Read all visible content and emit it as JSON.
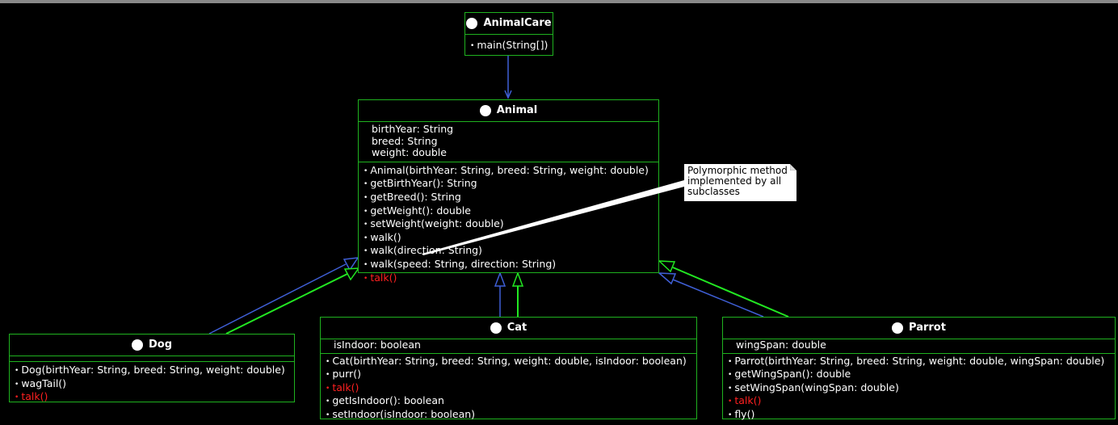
{
  "classes": {
    "animalcare": {
      "name": "AnimalCare",
      "methods": [
        "main(String[])"
      ]
    },
    "animal": {
      "name": "Animal",
      "attributes": [
        "birthYear: String",
        "breed: String",
        "weight: double"
      ],
      "methods": [
        "Animal(birthYear: String, breed: String, weight: double)",
        "getBirthYear(): String",
        "getBreed(): String",
        "getWeight(): double",
        "setWeight(weight: double)",
        "walk()",
        "walk(direction: String)",
        "walk(speed: String, direction: String)",
        "talk()"
      ]
    },
    "dog": {
      "name": "Dog",
      "methods": [
        "Dog(birthYear: String, breed: String, weight: double)",
        "wagTail()",
        "talk()"
      ]
    },
    "cat": {
      "name": "Cat",
      "attributes": [
        "isIndoor: boolean"
      ],
      "methods": [
        "Cat(birthYear: String, breed: String, weight: double, isIndoor: boolean)",
        "purr()",
        "talk()",
        "getIsIndoor(): boolean",
        "setIndoor(isIndoor: boolean)"
      ]
    },
    "parrot": {
      "name": "Parrot",
      "attributes": [
        "wingSpan: double"
      ],
      "methods": [
        "Parrot(birthYear: String, breed: String, weight: double, wingSpan: double)",
        "getWingSpan(): double",
        "setWingSpan(wingSpan: double)",
        "talk()",
        "fly()"
      ]
    }
  },
  "note": {
    "text": "Polymorphic method implemented by all subclasses"
  },
  "colors": {
    "border": "#1fb21f",
    "highlight": "#ff2020",
    "association": "#3f5fd6",
    "inheritance": "#22e822"
  }
}
